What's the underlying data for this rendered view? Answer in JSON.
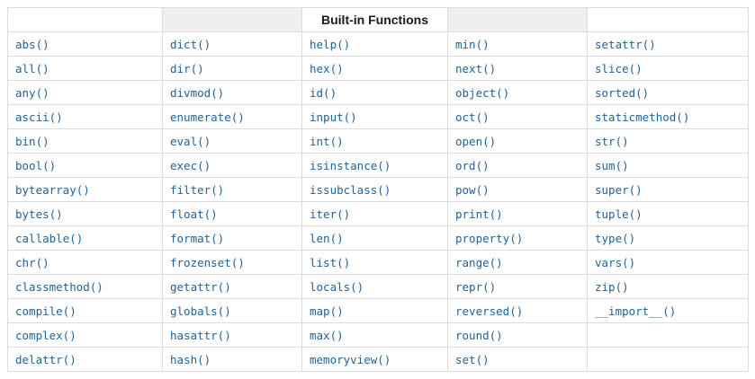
{
  "table": {
    "title": "Built-in Functions",
    "rows": [
      [
        "abs()",
        "dict()",
        "help()",
        "min()",
        "setattr()"
      ],
      [
        "all()",
        "dir()",
        "hex()",
        "next()",
        "slice()"
      ],
      [
        "any()",
        "divmod()",
        "id()",
        "object()",
        "sorted()"
      ],
      [
        "ascii()",
        "enumerate()",
        "input()",
        "oct()",
        "staticmethod()"
      ],
      [
        "bin()",
        "eval()",
        "int()",
        "open()",
        "str()"
      ],
      [
        "bool()",
        "exec()",
        "isinstance()",
        "ord()",
        "sum()"
      ],
      [
        "bytearray()",
        "filter()",
        "issubclass()",
        "pow()",
        "super()"
      ],
      [
        "bytes()",
        "float()",
        "iter()",
        "print()",
        "tuple()"
      ],
      [
        "callable()",
        "format()",
        "len()",
        "property()",
        "type()"
      ],
      [
        "chr()",
        "frozenset()",
        "list()",
        "range()",
        "vars()"
      ],
      [
        "classmethod()",
        "getattr()",
        "locals()",
        "repr()",
        "zip()"
      ],
      [
        "compile()",
        "globals()",
        "map()",
        "reversed()",
        "__import__()"
      ],
      [
        "complex()",
        "hasattr()",
        "max()",
        "round()",
        ""
      ],
      [
        "delattr()",
        "hash()",
        "memoryview()",
        "set()",
        ""
      ]
    ],
    "colors": {
      "link": "#20639b",
      "border": "#dcdcdc",
      "header_shade": "#efefef",
      "title_text": "#1a1a1a"
    }
  }
}
